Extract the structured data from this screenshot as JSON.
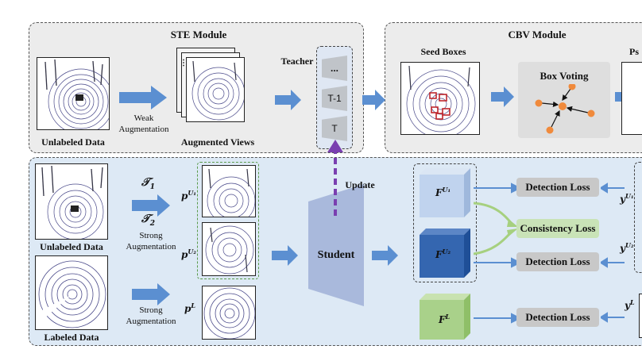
{
  "ste": {
    "title": "STE Module",
    "unlabeled_label": "Unlabeled Data",
    "weak_aug": "Weak\nAugmentation",
    "augmented_label": "Augmented Views",
    "teacher_label": "Teacher",
    "teacher_items": [
      "...",
      "T-1",
      "T"
    ]
  },
  "cbv": {
    "title": "CBV Module",
    "seed_label": "Seed Boxes",
    "voting_label": "Box Voting",
    "pseudo_label_partial": "Ps"
  },
  "student": {
    "unlabeled_label": "Unlabeled Data",
    "labeled_label": "Labeled Data",
    "t1": "𝒯",
    "t1_sub": "1",
    "t2": "𝒯",
    "t2_sub": "2",
    "strong_aug_1": "Strong\nAugmentation",
    "strong_aug_2": "Strong\nAugmentation",
    "p_u1": "p",
    "p_u1_sup": "U₁",
    "p_u2": "p",
    "p_u2_sup": "U₂",
    "p_l": "p",
    "p_l_sup": "L",
    "update_label": "Update",
    "student_label": "Student",
    "f_u1": "F",
    "f_u1_sup": "U₁",
    "f_u2": "F",
    "f_u2_sup": "U₂",
    "f_l": "F",
    "f_l_sup": "L",
    "detection_loss_1": "Detection Loss",
    "consistency_loss": "Consistency Loss",
    "detection_loss_2": "Detection Loss",
    "detection_loss_3": "Detection Loss",
    "y_u1": "y",
    "y_u1_sup": "U₁",
    "y_u2": "y",
    "y_u2_sup": "U₂",
    "y_l": "y",
    "y_l_sup": "L"
  },
  "colors": {
    "arrow_blue": "#5b8fd1",
    "update_purple": "#7a3fb0",
    "consistency_green": "#a6d07f",
    "vote_orange": "#f08a3c"
  }
}
